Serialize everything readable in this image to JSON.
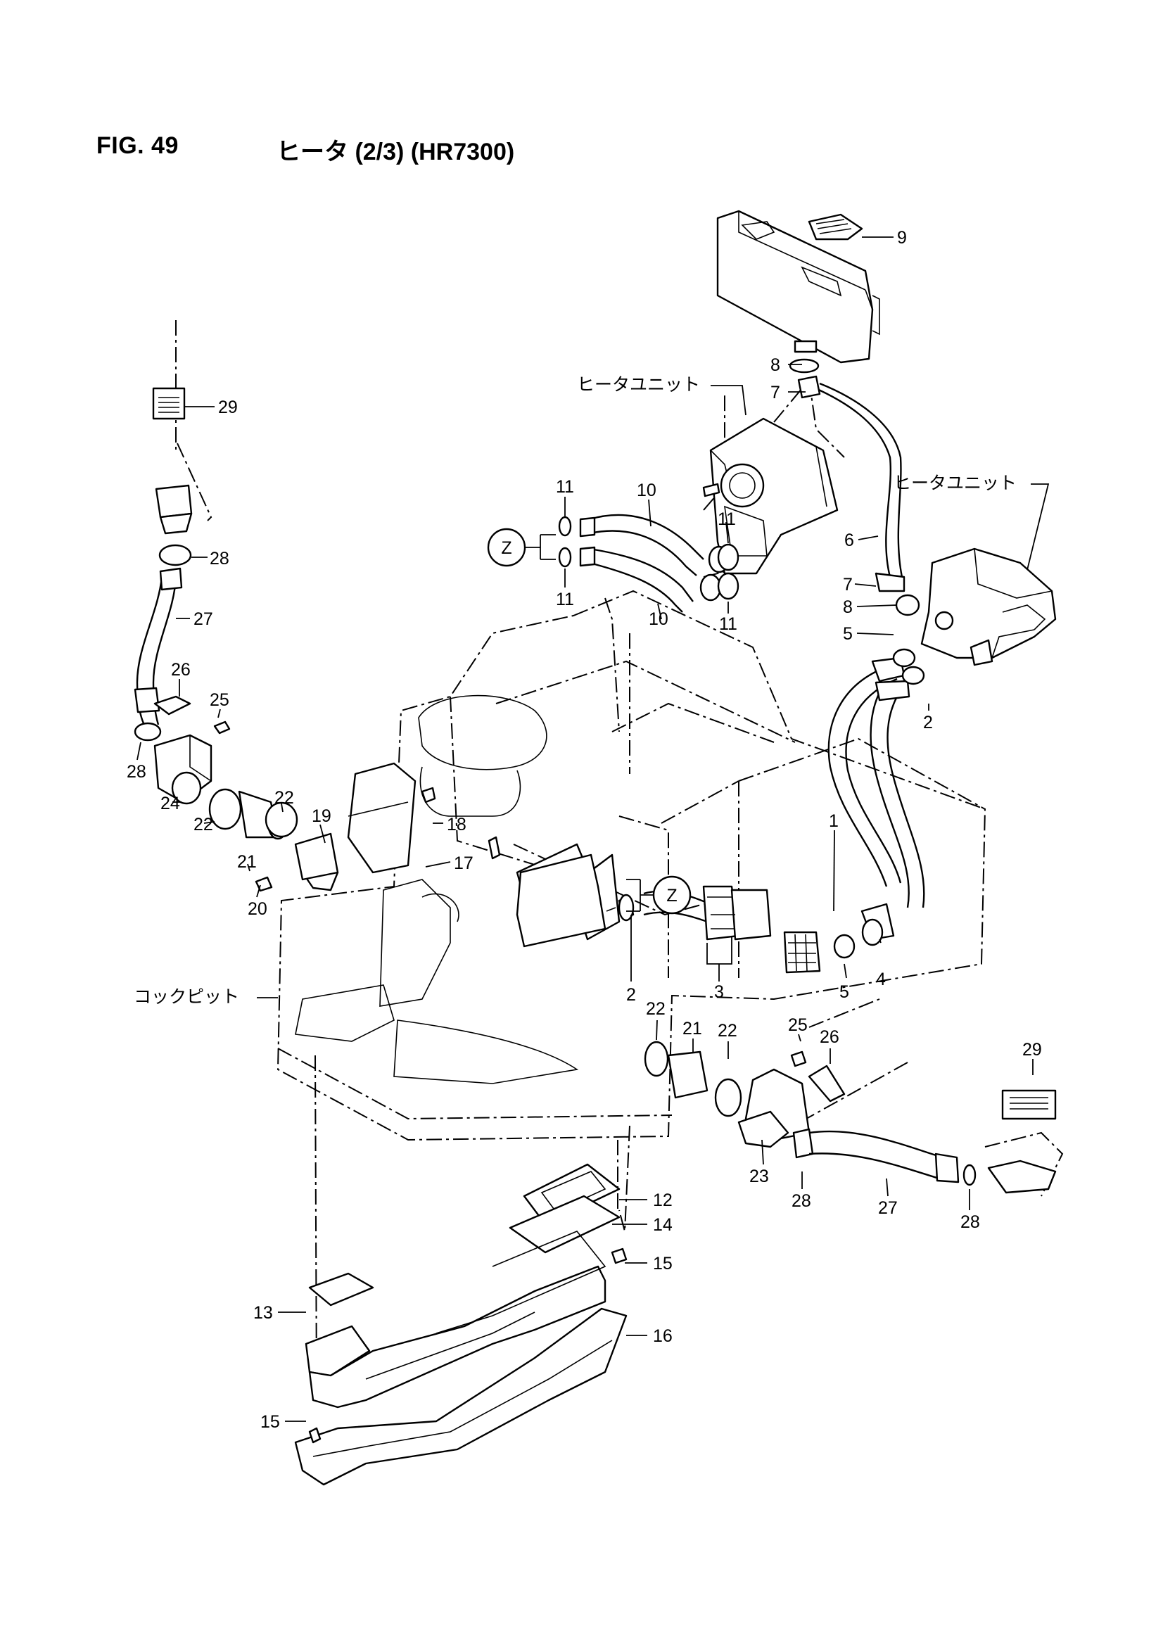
{
  "figure": {
    "number": "FIG. 49",
    "title": "ヒータ (2/3) (HR7300)"
  },
  "labels": {
    "heater_unit_top": "ヒータユニット",
    "heater_unit_right": "ヒータユニット",
    "cockpit": "コックピット",
    "detail_z_left": "Z",
    "detail_z_center": "Z"
  },
  "callouts": [
    {
      "id": "c9",
      "text": "9"
    },
    {
      "id": "c8a",
      "text": "8"
    },
    {
      "id": "c7a",
      "text": "7"
    },
    {
      "id": "c29a",
      "text": "29"
    },
    {
      "id": "c11a",
      "text": "11"
    },
    {
      "id": "c10a",
      "text": "10"
    },
    {
      "id": "c11b",
      "text": "11"
    },
    {
      "id": "c11c",
      "text": "11"
    },
    {
      "id": "c10b",
      "text": "10"
    },
    {
      "id": "c11d",
      "text": "11"
    },
    {
      "id": "c28a",
      "text": "28"
    },
    {
      "id": "c6",
      "text": "6"
    },
    {
      "id": "c7b",
      "text": "7"
    },
    {
      "id": "c8b",
      "text": "8"
    },
    {
      "id": "c27a",
      "text": "27"
    },
    {
      "id": "c5a",
      "text": "5"
    },
    {
      "id": "c2a",
      "text": "2"
    },
    {
      "id": "c26a",
      "text": "26"
    },
    {
      "id": "c25a",
      "text": "25"
    },
    {
      "id": "c28b",
      "text": "28"
    },
    {
      "id": "c24",
      "text": "24"
    },
    {
      "id": "c22a",
      "text": "22"
    },
    {
      "id": "c22b",
      "text": "22"
    },
    {
      "id": "c19",
      "text": "19"
    },
    {
      "id": "c18",
      "text": "18"
    },
    {
      "id": "c21a",
      "text": "21"
    },
    {
      "id": "c17",
      "text": "17"
    },
    {
      "id": "c20",
      "text": "20"
    },
    {
      "id": "c1",
      "text": "1"
    },
    {
      "id": "c4",
      "text": "4"
    },
    {
      "id": "c5b",
      "text": "5"
    },
    {
      "id": "c3",
      "text": "3"
    },
    {
      "id": "c2b",
      "text": "2"
    },
    {
      "id": "c22c",
      "text": "22"
    },
    {
      "id": "c21b",
      "text": "21"
    },
    {
      "id": "c22d",
      "text": "22"
    },
    {
      "id": "c25b",
      "text": "25"
    },
    {
      "id": "c26b",
      "text": "26"
    },
    {
      "id": "c29b",
      "text": "29"
    },
    {
      "id": "c23",
      "text": "23"
    },
    {
      "id": "c28c",
      "text": "28"
    },
    {
      "id": "c27b",
      "text": "27"
    },
    {
      "id": "c28d",
      "text": "28"
    },
    {
      "id": "c12",
      "text": "12"
    },
    {
      "id": "c14",
      "text": "14"
    },
    {
      "id": "c15a",
      "text": "15"
    },
    {
      "id": "c13",
      "text": "13"
    },
    {
      "id": "c16",
      "text": "16"
    },
    {
      "id": "c15b",
      "text": "15"
    }
  ]
}
